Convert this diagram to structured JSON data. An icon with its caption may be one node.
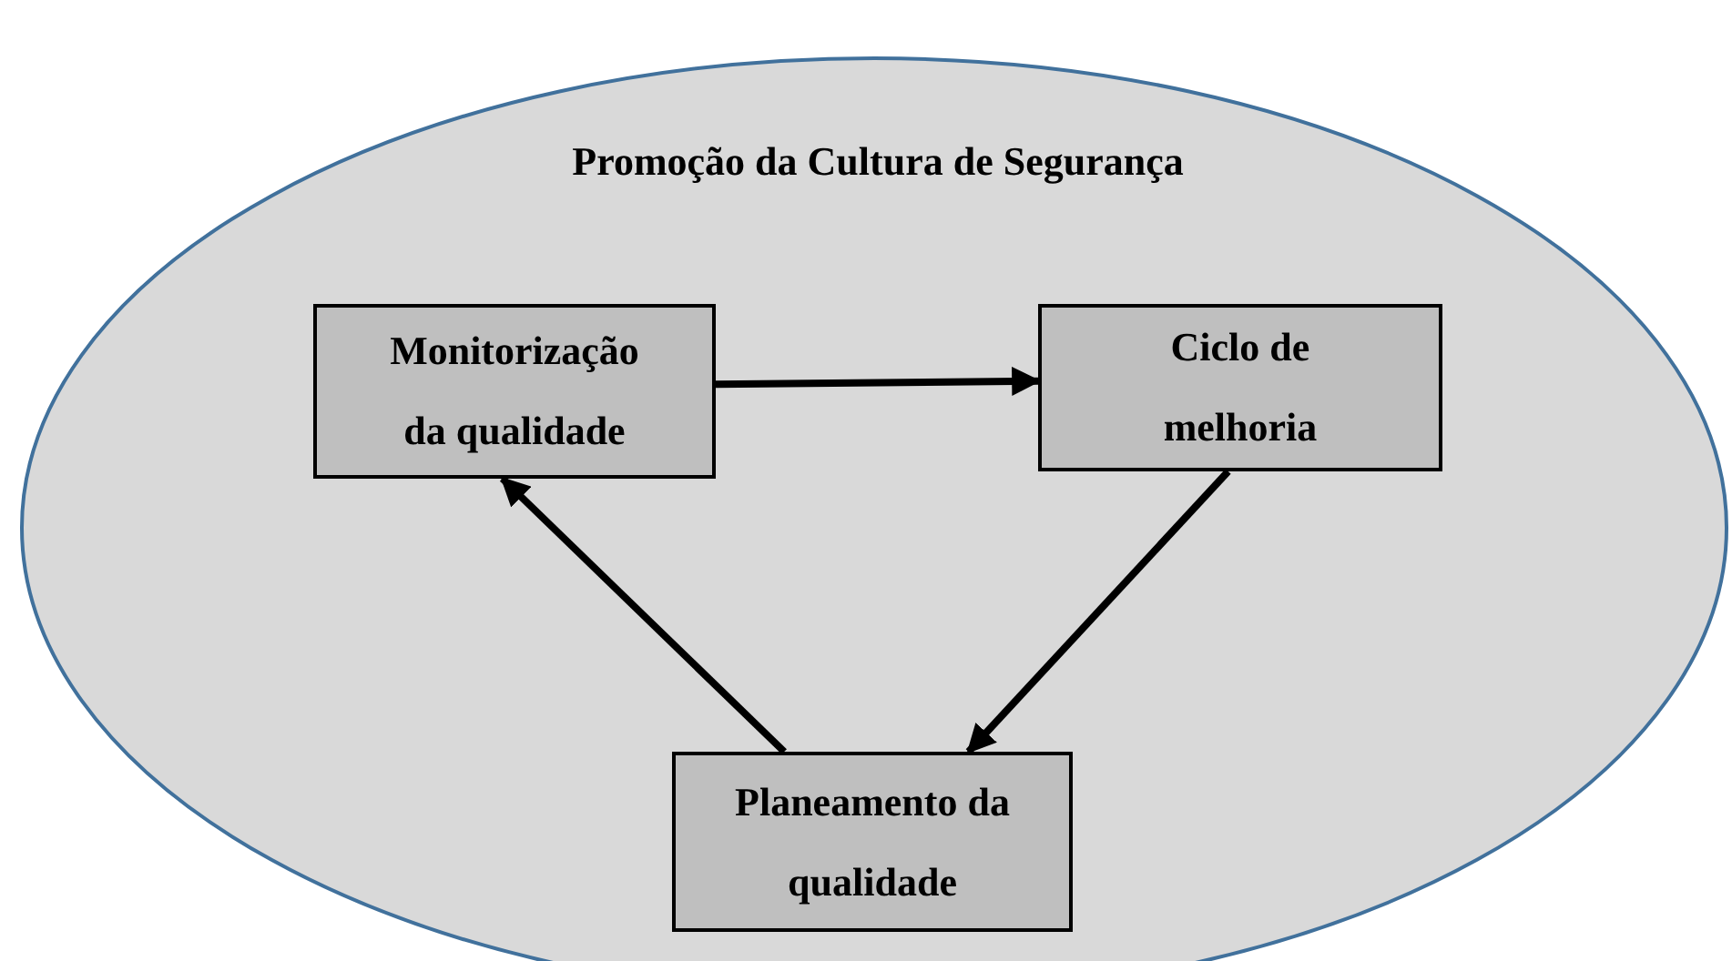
{
  "diagram": {
    "nodes": [
      {
        "text": [
          "Promoção da Cultura de Segurança"
        ]
      },
      {
        "text": [
          "Monitorização da qualidade"
        ],
        "in": 0
      },
      {
        "text": [
          "Ciclo de melhoria"
        ],
        "in": 0
      },
      {
        "text": [
          "Planeamento da qualidade"
        ],
        "in": 0
      }
    ],
    "edges": [
      {
        "from": 1,
        "to": 2,
        "arrow": "to"
      },
      {
        "from": 2,
        "to": 3,
        "arrow": "to"
      },
      {
        "from": 3,
        "to": 1,
        "arrow": "to"
      }
    ]
  }
}
